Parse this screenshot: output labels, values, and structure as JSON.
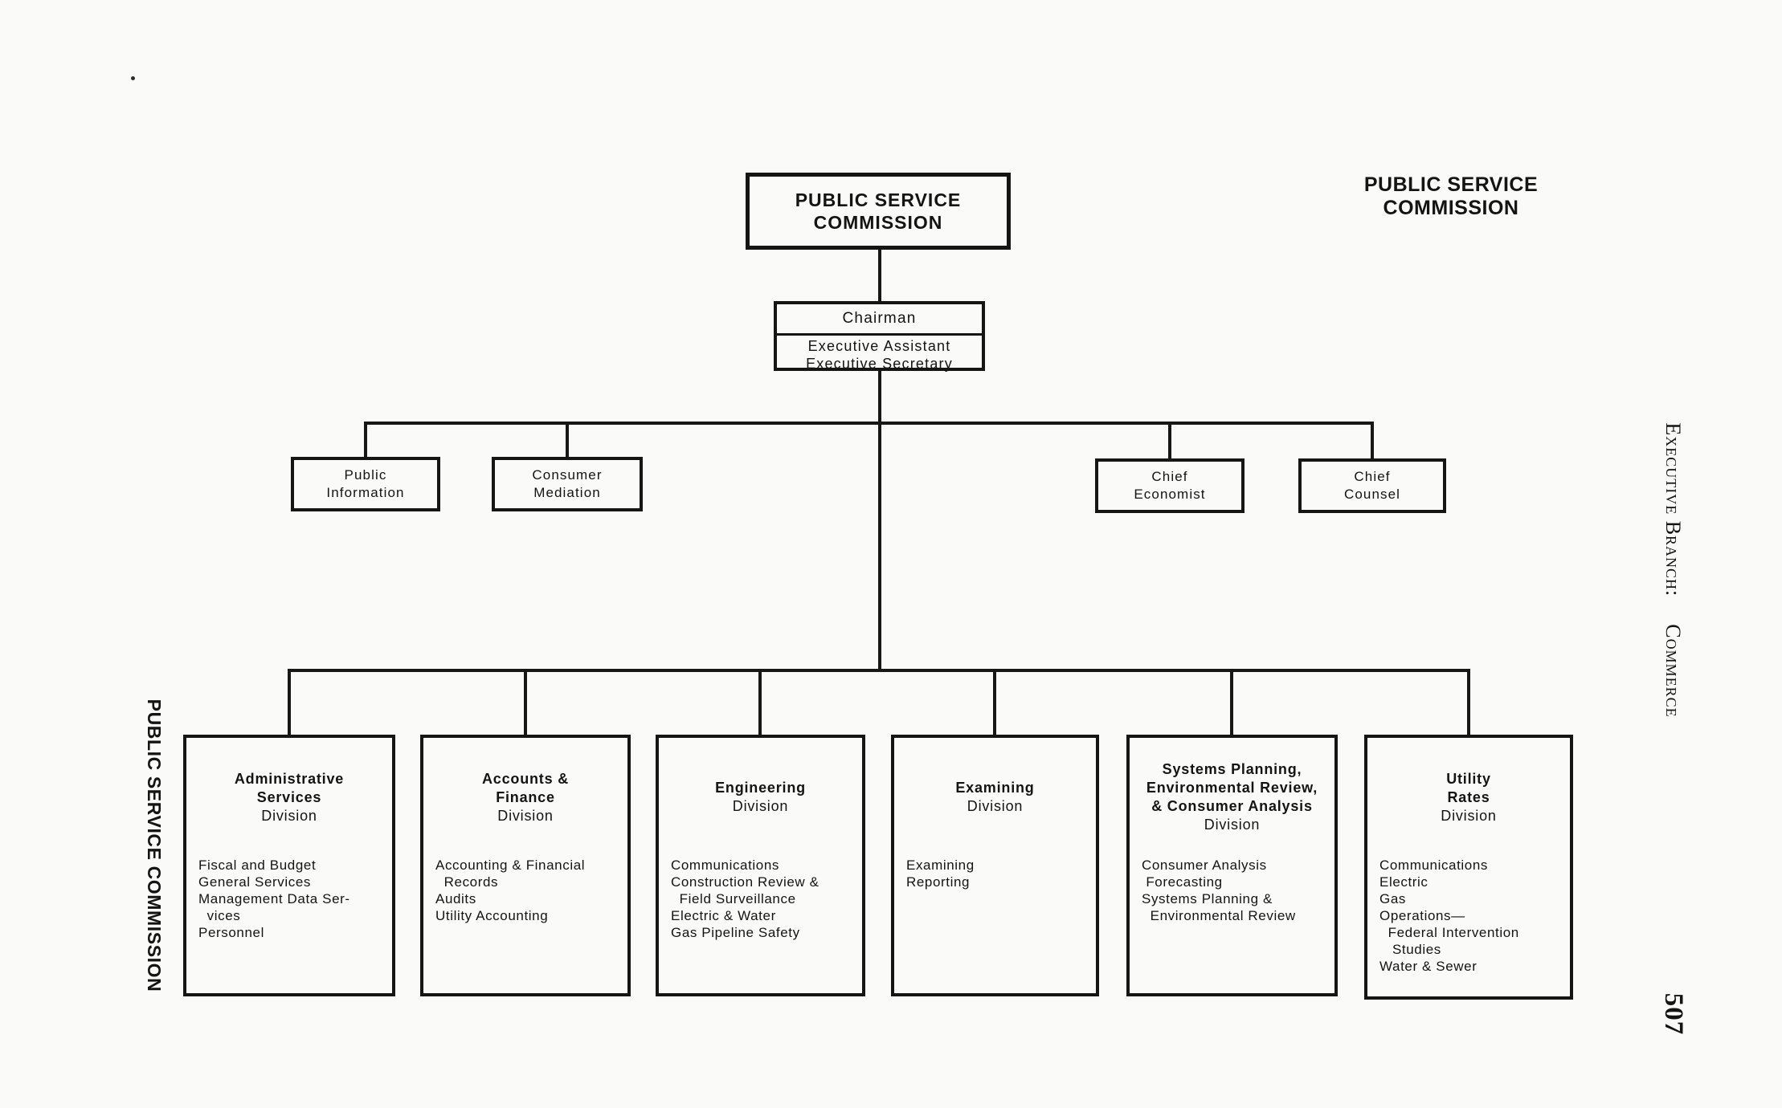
{
  "colors": {
    "ink": "#151515",
    "paper": "#fafaf8"
  },
  "page": {
    "header_right": "PUBLIC SERVICE COMMISSION",
    "left_margin_label": "PUBLIC SERVICE COMMISSION",
    "right_margin_section": "Executive Branch:",
    "right_margin_chapter": "Commerce",
    "page_number": "507"
  },
  "org": {
    "root": {
      "title_lines": [
        "PUBLIC SERVICE",
        "COMMISSION"
      ]
    },
    "chairman": {
      "title": "Chairman",
      "staff_lines": [
        "Executive Assistant",
        "Executive Secretary"
      ]
    },
    "staff_offices": [
      {
        "lines": [
          "Public",
          "Information"
        ]
      },
      {
        "lines": [
          "Consumer",
          "Mediation"
        ]
      },
      {
        "lines": [
          "Chief",
          "Economist"
        ]
      },
      {
        "lines": [
          "Chief",
          "Counsel"
        ]
      }
    ],
    "divisions": [
      {
        "title_lines": [
          "Administrative",
          "Services"
        ],
        "subtitle": "Division",
        "items": [
          "Fiscal and Budget",
          "General Services",
          "Management Data Ser-",
          "  vices",
          "Personnel"
        ]
      },
      {
        "title_lines": [
          "Accounts &",
          "Finance"
        ],
        "subtitle": "Division",
        "items": [
          "Accounting & Financial",
          "  Records",
          "Audits",
          "Utility Accounting"
        ]
      },
      {
        "title_lines": [
          "Engineering"
        ],
        "subtitle": "Division",
        "items": [
          "Communications",
          "Construction Review &",
          "  Field Surveillance",
          "Electric & Water",
          "Gas Pipeline Safety"
        ]
      },
      {
        "title_lines": [
          "Examining"
        ],
        "subtitle": "Division",
        "items": [
          "Examining",
          "Reporting"
        ]
      },
      {
        "title_lines": [
          "Systems Planning,",
          "Environmental Review,",
          "& Consumer Analysis"
        ],
        "subtitle": "Division",
        "items": [
          "Consumer Analysis",
          " Forecasting",
          "Systems Planning &",
          "  Environmental Review"
        ]
      },
      {
        "title_lines": [
          "Utility",
          "Rates"
        ],
        "subtitle": "Division",
        "items": [
          "Communications",
          "Electric",
          "Gas",
          "Operations—",
          "  Federal Intervention",
          "   Studies",
          "Water & Sewer"
        ]
      }
    ]
  }
}
